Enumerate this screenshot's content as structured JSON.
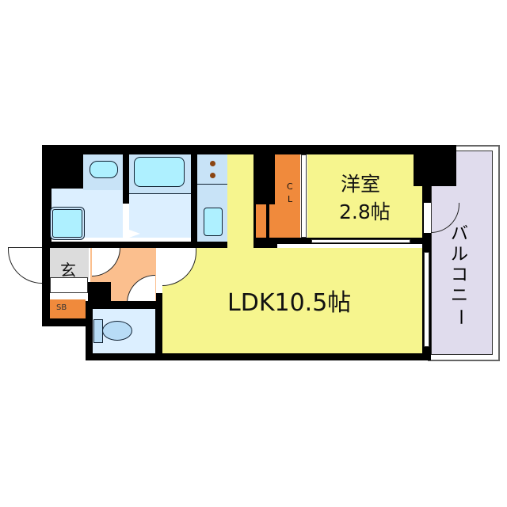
{
  "floorplan": {
    "rooms": {
      "ldk": {
        "label": "LDK10.5帖",
        "type": "LDK",
        "size_jo": 10.5
      },
      "western": {
        "label_line1": "洋室",
        "label_line2": "2.8帖",
        "type": "Western room",
        "size_jo": 2.8
      },
      "closet": {
        "label_line1": "C",
        "label_line2": "L"
      },
      "entrance": {
        "label": "玄"
      },
      "shoebox": {
        "label": "SB"
      },
      "balcony": {
        "label_chars": [
          "バ",
          "ル",
          "コ",
          "ニ",
          "ー"
        ],
        "label": "バルコニー"
      }
    },
    "colors": {
      "living": "#f6f58e",
      "storage": "#f08a3c",
      "hall": "#fbbf8e",
      "wet_area": "#dcefff",
      "fixture": "#aef0ff",
      "entrance": "#dcdcdc",
      "balcony": "#e0dced",
      "wall": "#000000"
    }
  }
}
